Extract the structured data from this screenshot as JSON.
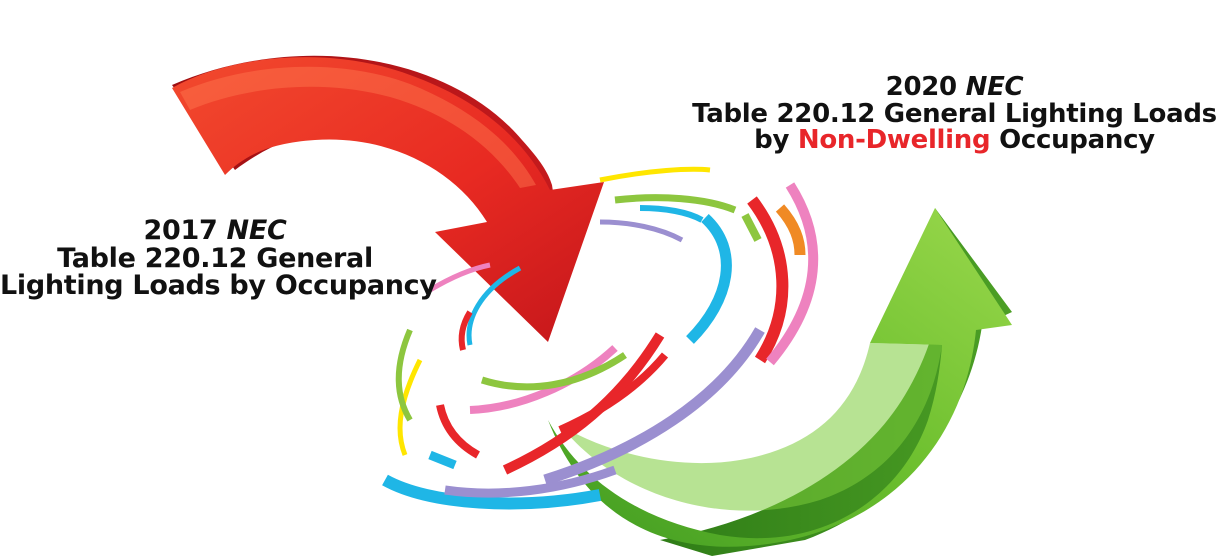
{
  "left_caption": {
    "year": "2017",
    "code": "NEC",
    "line2": "Table 220.12 General",
    "line3": "Lighting Loads by Occupancy"
  },
  "right_caption": {
    "year": "2020",
    "code": "NEC",
    "line2": "Table 220.12 General Lighting Loads",
    "line3_prefix": "by ",
    "line3_highlight": "Non-Dwelling",
    "line3_suffix": " Occupancy"
  },
  "colors": {
    "old_arrow": "#e8262a",
    "new_arrow": "#6cbf2e",
    "highlight_text": "#e8262a",
    "ring_palette": [
      "#ffe600",
      "#e8262a",
      "#1fb6e6",
      "#8dc63f",
      "#9b8fd0",
      "#ee82bf",
      "#f08a24"
    ]
  }
}
